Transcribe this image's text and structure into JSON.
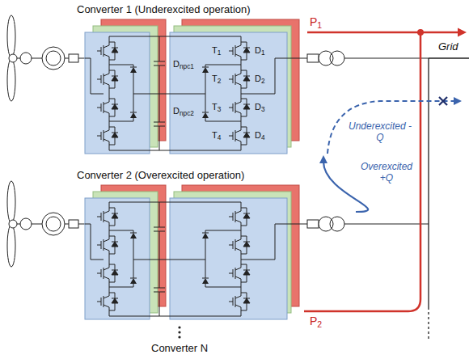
{
  "diagram": {
    "nodes": [
      {
        "text": [
          "Converter 1 (Underexcited operation)"
        ]
      },
      {
        "text": [
          "Converter 2 (Overexcited operation)"
        ]
      }
    ],
    "edges": [
      {
        "from": 1,
        "to": 0,
        "arrow": "to"
      }
    ],
    "labels": [
      "P1",
      "P2",
      "Grid",
      "Underexcited -Q",
      "Overexcited +Q",
      "T1",
      "D1",
      "T2",
      "D2",
      "T3",
      "D3",
      "T4",
      "D4",
      "Dnpc1",
      "Dnpc2",
      "Converter N"
    ]
  }
}
